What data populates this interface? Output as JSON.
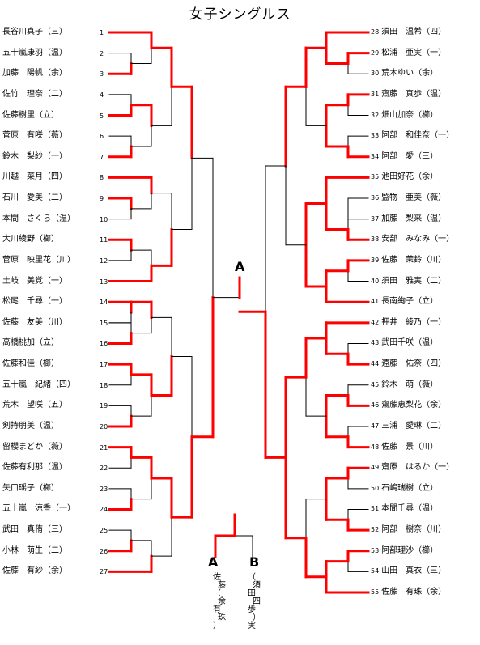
{
  "title": "女子シングルス",
  "final_label": "A",
  "left_players": [
    {
      "num": "1",
      "name": "長谷川真子（三）"
    },
    {
      "num": "2",
      "name": "五十嵐康羽（温）"
    },
    {
      "num": "3",
      "name": "加藤　陽帆（余）"
    },
    {
      "num": "4",
      "name": "佐竹　理奈（二）"
    },
    {
      "num": "5",
      "name": "佐藤樹里（立）"
    },
    {
      "num": "6",
      "name": "菅原　有咲（薇）"
    },
    {
      "num": "7",
      "name": "鈴木　梨紗（一）"
    },
    {
      "num": "8",
      "name": "川越　菜月（四）"
    },
    {
      "num": "9",
      "name": "石川　愛美（二）"
    },
    {
      "num": "10",
      "name": "本間　さくら（温）"
    },
    {
      "num": "11",
      "name": "大川綾野（櫛）"
    },
    {
      "num": "12",
      "name": "菅原　映里花（川）"
    },
    {
      "num": "13",
      "name": "土岐　美覚（一）"
    },
    {
      "num": "14",
      "name": "松尾　千尋（一）"
    },
    {
      "num": "15",
      "name": "佐藤　友美（川）"
    },
    {
      "num": "16",
      "name": "高橋桃加（立）"
    },
    {
      "num": "17",
      "name": "佐藤和佳（櫛）"
    },
    {
      "num": "18",
      "name": "五十嵐　紀緒（四）"
    },
    {
      "num": "19",
      "name": "荒木　望咲（五）"
    },
    {
      "num": "20",
      "name": "剣持朋美（温）"
    },
    {
      "num": "21",
      "name": "留櫻まどか（薇）"
    },
    {
      "num": "22",
      "name": "佐藤有利那（温）"
    },
    {
      "num": "23",
      "name": "矢口瑶子（櫛）"
    },
    {
      "num": "24",
      "name": "五十嵐　涼香（一）"
    },
    {
      "num": "25",
      "name": "武田　真侑（三）"
    },
    {
      "num": "26",
      "name": "小林　萌生（二）"
    },
    {
      "num": "27",
      "name": "佐藤　有紗（余）"
    }
  ],
  "right_players": [
    {
      "num": "28",
      "name": "須田　温希（四）"
    },
    {
      "num": "29",
      "name": "松浦　亜実（一）"
    },
    {
      "num": "30",
      "name": "荒木ゆい（余）"
    },
    {
      "num": "31",
      "name": "齋藤　真歩（温）"
    },
    {
      "num": "32",
      "name": "畑山加奈（櫛）"
    },
    {
      "num": "33",
      "name": "阿部　和佳奈（一）"
    },
    {
      "num": "34",
      "name": "阿部　愛（三）"
    },
    {
      "num": "35",
      "name": "池田好花（余）"
    },
    {
      "num": "36",
      "name": "監物　亜美（薇）"
    },
    {
      "num": "37",
      "name": "加藤　梨来（温）"
    },
    {
      "num": "38",
      "name": "安部　みなみ（一）"
    },
    {
      "num": "39",
      "name": "佐藤　茉鈴（川）"
    },
    {
      "num": "40",
      "name": "須田　雅実（二）"
    },
    {
      "num": "41",
      "name": "長南絢子（立）"
    },
    {
      "num": "42",
      "name": "押井　綾乃（一）"
    },
    {
      "num": "43",
      "name": "武田千咲（温）"
    },
    {
      "num": "44",
      "name": "遠藤　佑奈（四）"
    },
    {
      "num": "45",
      "name": "鈴木　萌（薇）"
    },
    {
      "num": "46",
      "name": "齋藤恵梨花（余）"
    },
    {
      "num": "47",
      "name": "三浦　愛琳（二）"
    },
    {
      "num": "48",
      "name": "佐藤　景（川）"
    },
    {
      "num": "49",
      "name": "齋原　はるか（一）"
    },
    {
      "num": "50",
      "name": "石嶋瑞樹（立）"
    },
    {
      "num": "51",
      "name": "本間千尋（温）"
    },
    {
      "num": "52",
      "name": "阿部　樹奈（川）"
    },
    {
      "num": "53",
      "name": "阿部理沙（櫛）"
    },
    {
      "num": "54",
      "name": "山田　真衣（三）"
    },
    {
      "num": "55",
      "name": "佐藤　有珠（余）"
    }
  ],
  "playoff": {
    "left_label": "A",
    "right_label": "B",
    "left_text": "佐藤（余有珠）",
    "right_text": "（須田四歩）実"
  }
}
